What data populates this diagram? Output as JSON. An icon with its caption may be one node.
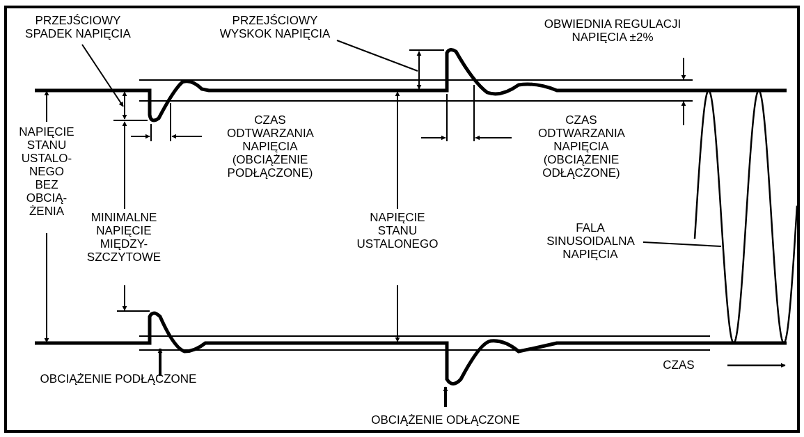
{
  "diagram": {
    "nodes": [
      {
        "text": [
          "PRZEJŚCIOWY SPADEK NAPIĘCIA"
        ]
      },
      {
        "text": [
          "PRZEJŚCIOWY WYSKOK NAPIĘCIA"
        ]
      },
      {
        "text": [
          "FALA SINUSOIDALNA NAPIĘCIA"
        ]
      }
    ],
    "edges": [
      {
        "from": 0,
        "to": null,
        "arrow": "to"
      },
      {
        "from": 1,
        "to": null,
        "arrow": "none"
      },
      {
        "from": 2,
        "to": null,
        "arrow": "none"
      }
    ],
    "labels": [
      "OBWIEDNIA REGULACJI NAPIĘCIA ±2%",
      "NAPIĘCIE STANU USTALO- NEGO BEZ OBCIĄ- ŻENIA",
      "CZAS ODTWARZANIA NAPIĘCIA (OBCIĄŻENIE PODŁĄCZONE)",
      "CZAS ODTWARZANIA NAPIĘCIA (OBCIĄŻENIE ODŁĄCZONE)",
      "MINIMALNE NAPIĘCIE MIĘDZY- SZCZYTOWE",
      "NAPIĘCIE STANU USTALONEGO",
      "OBCIĄŻENIE PODŁĄCZONE",
      "CZAS",
      "OBCIĄŻENIE ODŁĄCZONE"
    ]
  }
}
